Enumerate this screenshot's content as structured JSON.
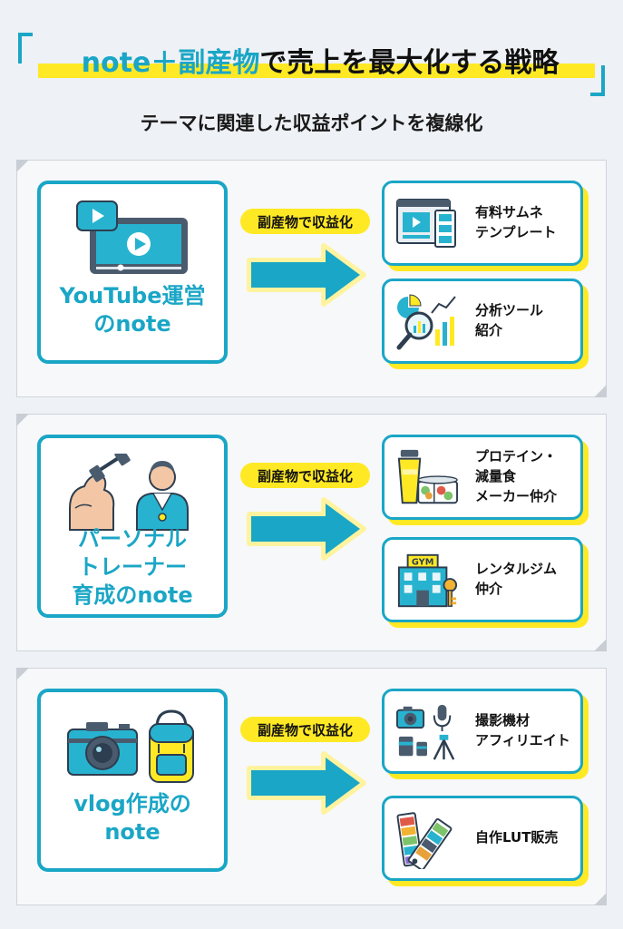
{
  "title": {
    "accent": "note＋副産物",
    "rest": "で売上を最大化する戦略"
  },
  "subtitle": "テーマに関連した収益ポイントを複線化",
  "colors": {
    "accent": "#1aa6c6",
    "highlight": "#ffe924",
    "background": "#eef1f5"
  },
  "sections": [
    {
      "source": {
        "label": "YouTube運営\nのnote",
        "icon": "video-player-icon"
      },
      "pill": "副産物で収益化",
      "revenues": [
        {
          "label": "有料サムネ\nテンプレート",
          "icon": "thumbnail-template-icon"
        },
        {
          "label": "分析ツール\n紹介",
          "icon": "analytics-magnifier-icon"
        }
      ]
    },
    {
      "source": {
        "label": "パーソナル\nトレーナー\n育成のnote",
        "icon": "trainer-dumbbell-icon"
      },
      "pill": "副産物で収益化",
      "revenues": [
        {
          "label": "プロテイン・\n減量食\nメーカー仲介",
          "icon": "protein-shaker-icon"
        },
        {
          "label": "レンタルジム\n仲介",
          "icon": "gym-building-icon",
          "badge": "GYM"
        }
      ]
    },
    {
      "source": {
        "label": "vlog作成の\nnote",
        "icon": "camera-backpack-icon"
      },
      "pill": "副産物で収益化",
      "revenues": [
        {
          "label": "撮影機材\nアフィリエイト",
          "icon": "camera-gear-icon"
        },
        {
          "label": "自作LUT販売",
          "icon": "color-swatch-icon"
        }
      ]
    }
  ]
}
